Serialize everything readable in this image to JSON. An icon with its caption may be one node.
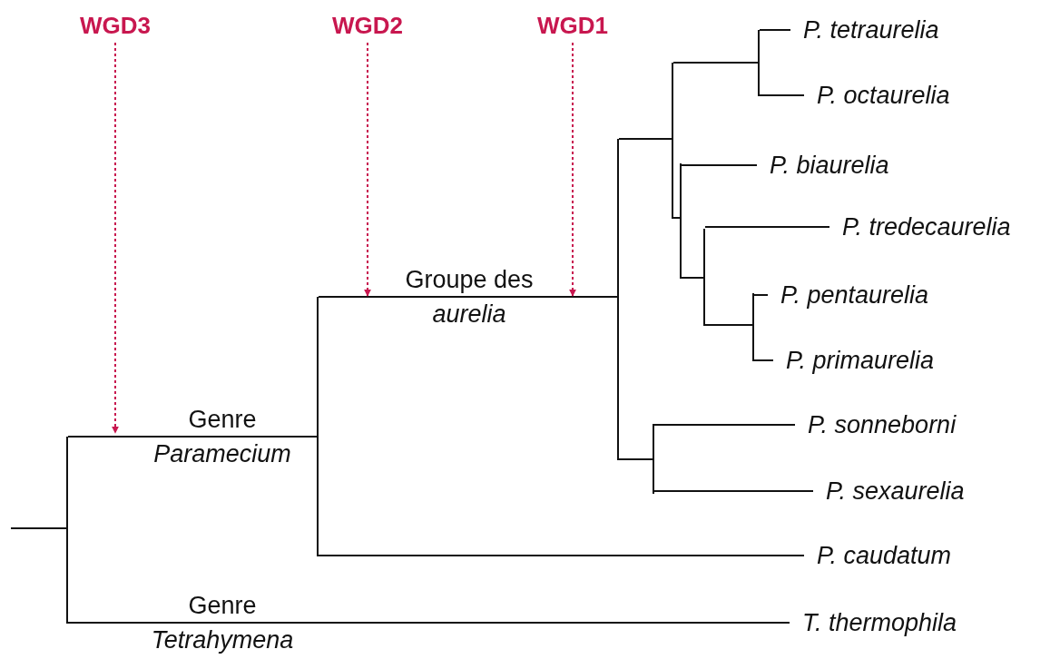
{
  "diagram": {
    "nodes": [
      {
        "text": [
          "WGD3"
        ]
      },
      {
        "text": [
          "WGD2"
        ]
      },
      {
        "text": [
          "WGD1"
        ]
      },
      {
        "text": [
          "P. tetraurelia"
        ]
      },
      {
        "text": [
          "P. octaurelia"
        ]
      },
      {
        "text": [
          "P. biaurelia"
        ]
      },
      {
        "text": [
          "P. tredecaurelia"
        ]
      },
      {
        "text": [
          "P. pentaurelia"
        ]
      },
      {
        "text": [
          "P. primaurelia"
        ]
      },
      {
        "text": [
          "P. sonneborni"
        ]
      },
      {
        "text": [
          "P. sexaurelia"
        ]
      },
      {
        "text": [
          "P. caudatum"
        ]
      },
      {
        "text": [
          "T. thermophila"
        ]
      },
      {
        "text": [],
        "shape": "bar"
      },
      {
        "text": [],
        "shape": "bar"
      },
      {
        "text": [],
        "shape": "bar"
      },
      {
        "text": [],
        "shape": "bar"
      },
      {
        "text": [],
        "shape": "bar"
      },
      {
        "text": [],
        "shape": "bar"
      },
      {
        "text": [],
        "shape": "bar"
      },
      {
        "text": [],
        "shape": "bar"
      },
      {
        "text": [],
        "shape": "bar"
      }
    ],
    "edges": [
      {
        "from": null,
        "to": 13,
        "arrow": "none"
      },
      {
        "from": 13,
        "to": 14,
        "arrow": "none",
        "label": "Genre *Paramecium*"
      },
      {
        "from": 13,
        "to": 12,
        "arrow": "none",
        "label": "Genre *Tetrahymena*"
      },
      {
        "from": 14,
        "to": 15,
        "arrow": "none",
        "label": "Groupe des *aurelia*"
      },
      {
        "from": 14,
        "to": 11,
        "arrow": "none"
      },
      {
        "from": 15,
        "to": 17,
        "arrow": "none"
      },
      {
        "from": 15,
        "to": 16,
        "arrow": "none"
      },
      {
        "from": 17,
        "to": 21,
        "arrow": "none"
      },
      {
        "from": 17,
        "to": 18,
        "arrow": "none"
      },
      {
        "from": 21,
        "to": 3,
        "arrow": "none"
      },
      {
        "from": 21,
        "to": 4,
        "arrow": "none"
      },
      {
        "from": 18,
        "to": 5,
        "arrow": "none"
      },
      {
        "from": 18,
        "to": 19,
        "arrow": "none"
      },
      {
        "from": 19,
        "to": 6,
        "arrow": "none"
      },
      {
        "from": 19,
        "to": 20,
        "arrow": "none"
      },
      {
        "from": 20,
        "to": 7,
        "arrow": "none"
      },
      {
        "from": 20,
        "to": 8,
        "arrow": "none"
      },
      {
        "from": 16,
        "to": 9,
        "arrow": "none"
      },
      {
        "from": 16,
        "to": 10,
        "arrow": "none"
      },
      {
        "from": 0,
        "to": null,
        "arrow": "to",
        "style": "dashed",
        "color": "#c8174f"
      },
      {
        "from": 1,
        "to": null,
        "arrow": "to",
        "style": "dashed",
        "color": "#c8174f"
      },
      {
        "from": 2,
        "to": null,
        "arrow": "to",
        "style": "dashed",
        "color": "#c8174f"
      }
    ]
  }
}
